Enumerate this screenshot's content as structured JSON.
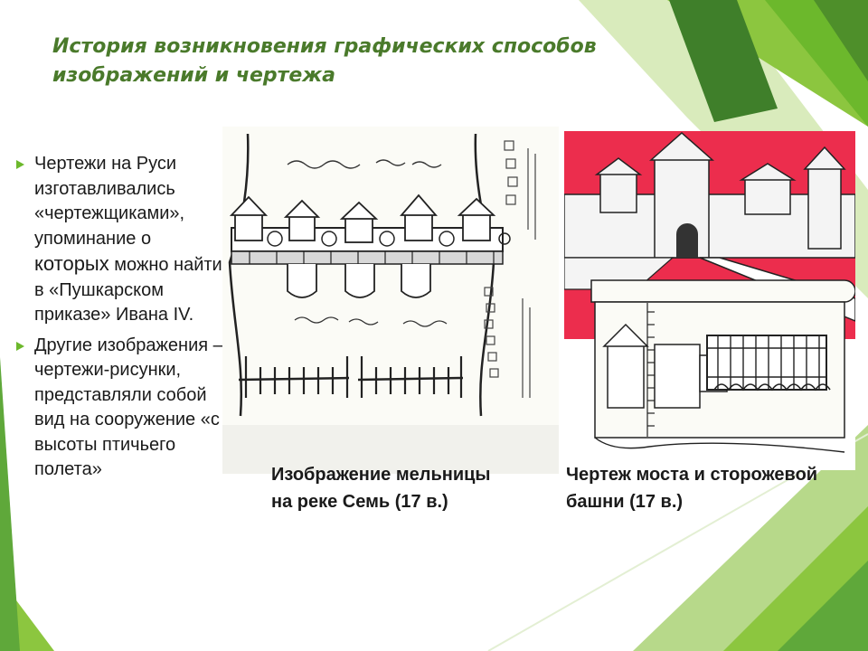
{
  "slide": {
    "title": "История возникновения графических способов изображений и чертежа",
    "bullets": [
      {
        "text_before": "Чертежи на Руси изготавливались «чертежщиками», упоминание о ",
        "emphasis": "которых",
        "text_after": " можно найти в «Пушкарском приказе» Ивана IV."
      },
      {
        "text": "Другие изображения – чертежи-рисунки, представляли собой вид на сооружение «с высоты птичьего полета»"
      }
    ],
    "figures": [
      {
        "icon": "mill-drawing-icon",
        "caption": "Изображение мельницы на реке Семь (17 в.)"
      },
      {
        "icon": "bridge-tower-drawing-icon",
        "caption": "Чертеж моста и сторожевой башни (17 в.)"
      }
    ]
  },
  "colors": {
    "title": "#4a7a2b",
    "accent_green": "#6cb82c",
    "dark_green": "#4e8f2a",
    "light_green": "#b7d98a",
    "bridge_red": "#ec2d4d",
    "text": "#1a1a1a"
  }
}
